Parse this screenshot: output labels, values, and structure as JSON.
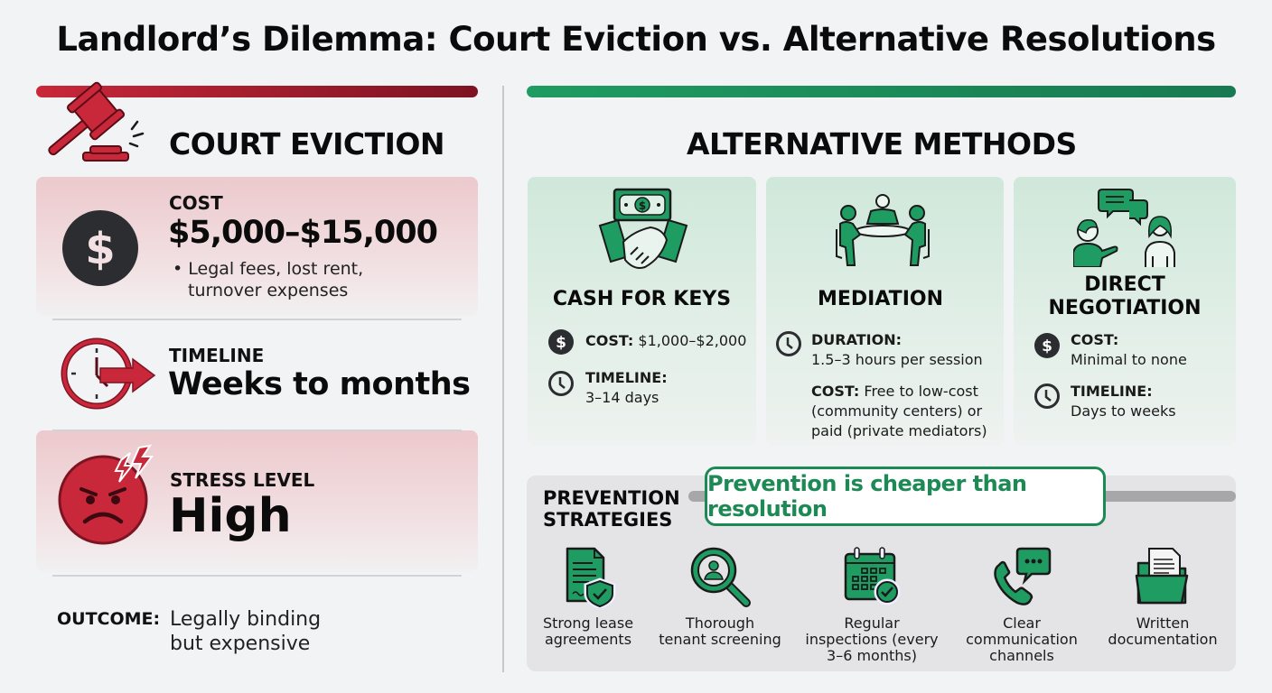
{
  "title": "Landlord’s Dilemma: Court Eviction vs. Alternative Resolutions",
  "colors": {
    "red_accent": "#c8283a",
    "green_accent": "#1d8a55",
    "dark_icon": "#2b2d31"
  },
  "court": {
    "heading": "COURT EVICTION",
    "icon": "gavel-icon",
    "cost": {
      "icon": "dollar-icon",
      "label": "COST",
      "value": "$5,000–$15,000",
      "bullet": "• Legal fees, lost rent,",
      "bullet_cont": "turnover expenses"
    },
    "timeline": {
      "icon": "clock-arrow-icon",
      "label": "TIMELINE",
      "value": "Weeks to months"
    },
    "stress": {
      "icon": "angry-face-icon",
      "label": "STRESS LEVEL",
      "value": "High"
    },
    "outcome": {
      "label": "OUTCOME:",
      "line1": "Legally binding",
      "line2": "but expensive"
    }
  },
  "alternatives": {
    "heading": "ALTERNATIVE METHODS",
    "methods": [
      {
        "icon": "cash-handshake-icon",
        "title": "CASH FOR KEYS",
        "rows": [
          {
            "icon": "dollar-icon",
            "label": "COST:",
            "value": "$1,000–$2,000"
          },
          {
            "icon": "clock-icon",
            "label": "TIMELINE:",
            "value": "3–14 days"
          }
        ]
      },
      {
        "icon": "mediation-table-icon",
        "title": "MEDIATION",
        "rows": [
          {
            "icon": "clock-icon",
            "label": "DURATION:",
            "value": "1.5–3 hours per session"
          },
          {
            "icon": "",
            "label": "COST:",
            "value": "Free to low-cost",
            "value2": "(community centers) or",
            "value3": "paid (private mediators)"
          }
        ]
      },
      {
        "icon": "conversation-icon",
        "title_line1": "DIRECT",
        "title_line2": "NEGOTIATION",
        "rows": [
          {
            "icon": "dollar-icon",
            "label": "COST:",
            "value": "Minimal to none"
          },
          {
            "icon": "clock-icon",
            "label": "TIMELINE:",
            "value": "Days to weeks"
          }
        ]
      }
    ]
  },
  "prevention": {
    "title_line1": "PREVENTION",
    "title_line2": "STRATEGIES",
    "callout": "Prevention is cheaper than resolution",
    "strategies": [
      {
        "icon": "lease-shield-icon",
        "line1": "Strong lease",
        "line2": "agreements",
        "line3": ""
      },
      {
        "icon": "magnifier-person-icon",
        "line1": "Thorough",
        "line2": "tenant screening",
        "line3": ""
      },
      {
        "icon": "calendar-check-icon",
        "line1": "Regular",
        "line2": "inspections (every",
        "line3": "3–6 months)"
      },
      {
        "icon": "phone-chat-icon",
        "line1": "Clear",
        "line2": "communication",
        "line3": "channels"
      },
      {
        "icon": "folder-document-icon",
        "line1": "Written",
        "line2": "documentation",
        "line3": ""
      }
    ]
  }
}
